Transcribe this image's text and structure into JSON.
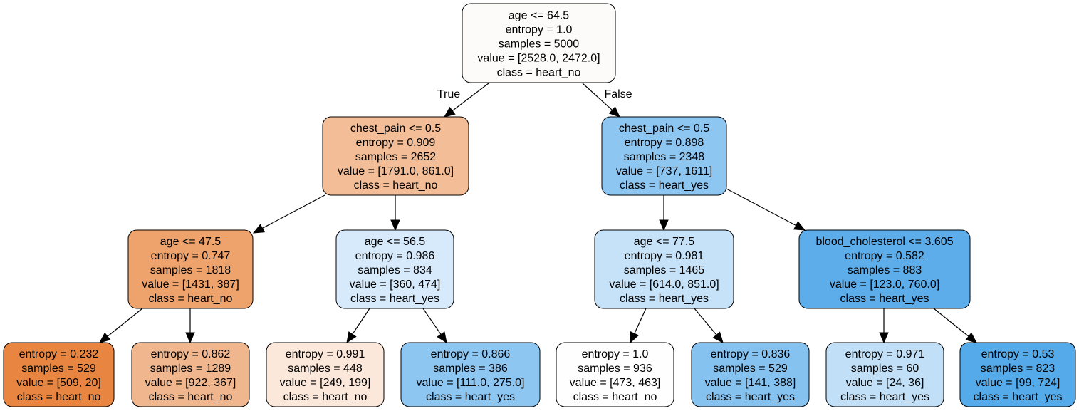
{
  "edge_labels": {
    "left": "True",
    "right": "False"
  },
  "nodes": [
    {
      "id": "n0",
      "fill": "#fdfbfa",
      "lines": [
        "age <= 64.5",
        "entropy = 1.0",
        "samples = 5000",
        "value = [2528.0, 2472.0]",
        "class = heart_no"
      ]
    },
    {
      "id": "n1",
      "fill": "#f3be97",
      "lines": [
        "chest_pain <= 0.5",
        "entropy = 0.909",
        "samples = 2652",
        "value = [1791.0, 861.0]",
        "class = heart_no"
      ]
    },
    {
      "id": "n2",
      "fill": "#8ec6f2",
      "lines": [
        "chest_pain <= 0.5",
        "entropy = 0.898",
        "samples = 2348",
        "value = [737, 1611]",
        "class = heart_yes"
      ]
    },
    {
      "id": "n3",
      "fill": "#eea36d",
      "lines": [
        "age <= 47.5",
        "entropy = 0.747",
        "samples = 1818",
        "value = [1431, 387]",
        "class = heart_no"
      ]
    },
    {
      "id": "n4",
      "fill": "#d7eafb",
      "lines": [
        "age <= 56.5",
        "entropy = 0.986",
        "samples = 834",
        "value = [360, 474]",
        "class = heart_yes"
      ]
    },
    {
      "id": "n5",
      "fill": "#c6e2f8",
      "lines": [
        "age <= 77.5",
        "entropy = 0.981",
        "samples = 1465",
        "value = [614.0, 851.0]",
        "class = heart_yes"
      ]
    },
    {
      "id": "n6",
      "fill": "#5dadea",
      "lines": [
        "blood_cholesterol <= 3.605",
        "entropy = 0.582",
        "samples = 883",
        "value = [123.0, 760.0]",
        "class = heart_yes"
      ]
    },
    {
      "id": "n7",
      "fill": "#e88641",
      "lines": [
        "entropy = 0.232",
        "samples = 529",
        "value = [509, 20]",
        "class = heart_no"
      ]
    },
    {
      "id": "n8",
      "fill": "#f0b68d",
      "lines": [
        "entropy = 0.862",
        "samples = 1289",
        "value = [922, 367]",
        "class = heart_no"
      ]
    },
    {
      "id": "n9",
      "fill": "#fbe8da",
      "lines": [
        "entropy = 0.991",
        "samples = 448",
        "value = [249, 199]",
        "class = heart_no"
      ]
    },
    {
      "id": "n10",
      "fill": "#8ec6f2",
      "lines": [
        "entropy = 0.866",
        "samples = 386",
        "value = [111.0, 275.0]",
        "class = heart_yes"
      ]
    },
    {
      "id": "n11",
      "fill": "#fefefe",
      "lines": [
        "entropy = 1.0",
        "samples = 936",
        "value = [473, 463]",
        "class = heart_no"
      ]
    },
    {
      "id": "n12",
      "fill": "#85c2f0",
      "lines": [
        "entropy = 0.836",
        "samples = 529",
        "value = [141, 388]",
        "class = heart_yes"
      ]
    },
    {
      "id": "n13",
      "fill": "#c1e0f8",
      "lines": [
        "entropy = 0.971",
        "samples = 60",
        "value = [24, 36]",
        "class = heart_yes"
      ]
    },
    {
      "id": "n14",
      "fill": "#55aae9",
      "lines": [
        "entropy = 0.53",
        "samples = 823",
        "value = [99, 724]",
        "class = heart_yes"
      ]
    }
  ]
}
